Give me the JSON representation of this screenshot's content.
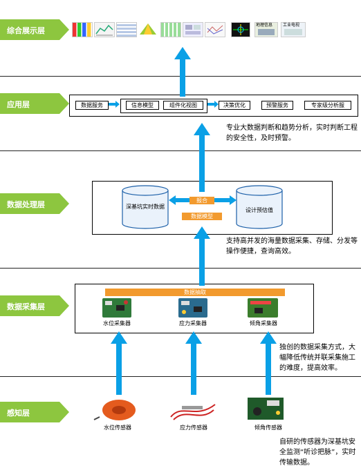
{
  "layers": {
    "display": "综合展示层",
    "application": "应用层",
    "processing": "数据处理层",
    "collection": "数据采集层",
    "perception": "感知层"
  },
  "display_thumbs": [
    {
      "label": ""
    },
    {
      "label": ""
    },
    {
      "label": ""
    },
    {
      "label": ""
    },
    {
      "label": ""
    },
    {
      "label": ""
    },
    {
      "label": ""
    },
    {
      "label": ""
    },
    {
      "label": "地理信息"
    },
    {
      "label": "工业电视"
    }
  ],
  "application": {
    "items": [
      "数据服务",
      "信息模型",
      "组件化视图",
      "决策优化",
      "预警服务",
      "专家级分析服"
    ]
  },
  "processing": {
    "left_cylinder": "深基坑实时数据",
    "right_cylinder": "设计预估值",
    "top_label": "报合",
    "bottom_label": "数据模型"
  },
  "collection": {
    "banner": "数据抽取",
    "collectors": [
      "水位采集器",
      "应力采集器",
      "倾角采集器"
    ]
  },
  "perception": {
    "sensors": [
      "水位传感器",
      "应力传感器",
      "倾角传感器"
    ]
  },
  "notes": {
    "app": "专业大数据判断和趋势分析，实时判断工程的安全性，及时预警。",
    "processing": "支持高并发的海量数据采集、存储、分发等操作便捷，查询高效。",
    "collection": "独创的数据采集方式，大幅降低传统并联采集施工的难度，提高效率。",
    "perception": "自研的传感器为深基坑安全监测“听诊把脉”，实时传输数据。"
  },
  "colors": {
    "layer_green": "#8dc63f",
    "arrow_blue": "#0aa0e6",
    "orange": "#f29a2e"
  }
}
